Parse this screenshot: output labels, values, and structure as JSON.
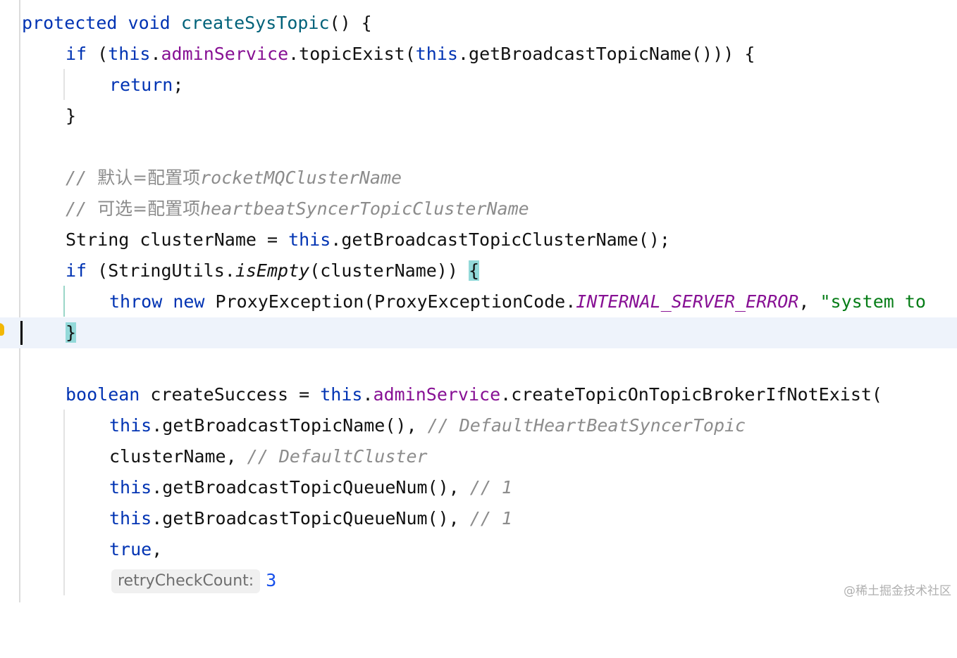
{
  "editor": {
    "lines": {
      "l1": {
        "kw1": "protected",
        "kw2": "void",
        "fn": "createSysTopic",
        "rest": "() {"
      },
      "l2": {
        "kw1": "if",
        "p1": " (",
        "this1": "this",
        "d1": ".",
        "fld1": "adminService",
        "p2": ".topicExist(",
        "this2": "this",
        "p3": ".getBroadcastTopicName())) {"
      },
      "l3": {
        "kw1": "return",
        "rest": ";"
      },
      "l4": {
        "rest": "}"
      },
      "l6": {
        "prefix": "// ",
        "cn": "默认=配置项",
        "en": "rocketMQClusterName"
      },
      "l7": {
        "prefix": "// ",
        "cn": "可选=配置项",
        "en": "heartbeatSyncerTopicClusterName"
      },
      "l8": {
        "p1": "String clusterName = ",
        "this1": "this",
        "p2": ".getBroadcastTopicClusterName();"
      },
      "l9": {
        "kw1": "if",
        "p1": " (StringUtils.",
        "static": "isEmpty",
        "p2": "(clusterName)) ",
        "brace": "{"
      },
      "l10": {
        "kw1": "throw",
        "kw2": "new",
        "p1": " ProxyException(ProxyExceptionCode.",
        "fld1": "INTERNAL_SERVER_ERROR",
        "p2": ", ",
        "str": "\"system to"
      },
      "l11": {
        "brace": "}"
      },
      "l13": {
        "kw1": "boolean",
        "p1": " createSuccess = ",
        "this1": "this",
        "d1": ".",
        "fld1": "adminService",
        "p2": ".createTopicOnTopicBrokerIfNotExist("
      },
      "l14": {
        "this1": "this",
        "p1": ".getBroadcastTopicName(), ",
        "cmt": "// DefaultHeartBeatSyncerTopic"
      },
      "l15": {
        "p1": "clusterName, ",
        "cmt": "// DefaultCluster"
      },
      "l16": {
        "this1": "this",
        "p1": ".getBroadcastTopicQueueNum(), ",
        "cmt": "// 1"
      },
      "l17": {
        "this1": "this",
        "p1": ".getBroadcastTopicQueueNum(), ",
        "cmt": "// 1"
      },
      "l18": {
        "kw1": "true",
        "rest": ","
      },
      "l19": {
        "hint": "retryCheckCount:",
        "num": "3"
      }
    }
  },
  "watermark": "@稀土掘金技术社区"
}
